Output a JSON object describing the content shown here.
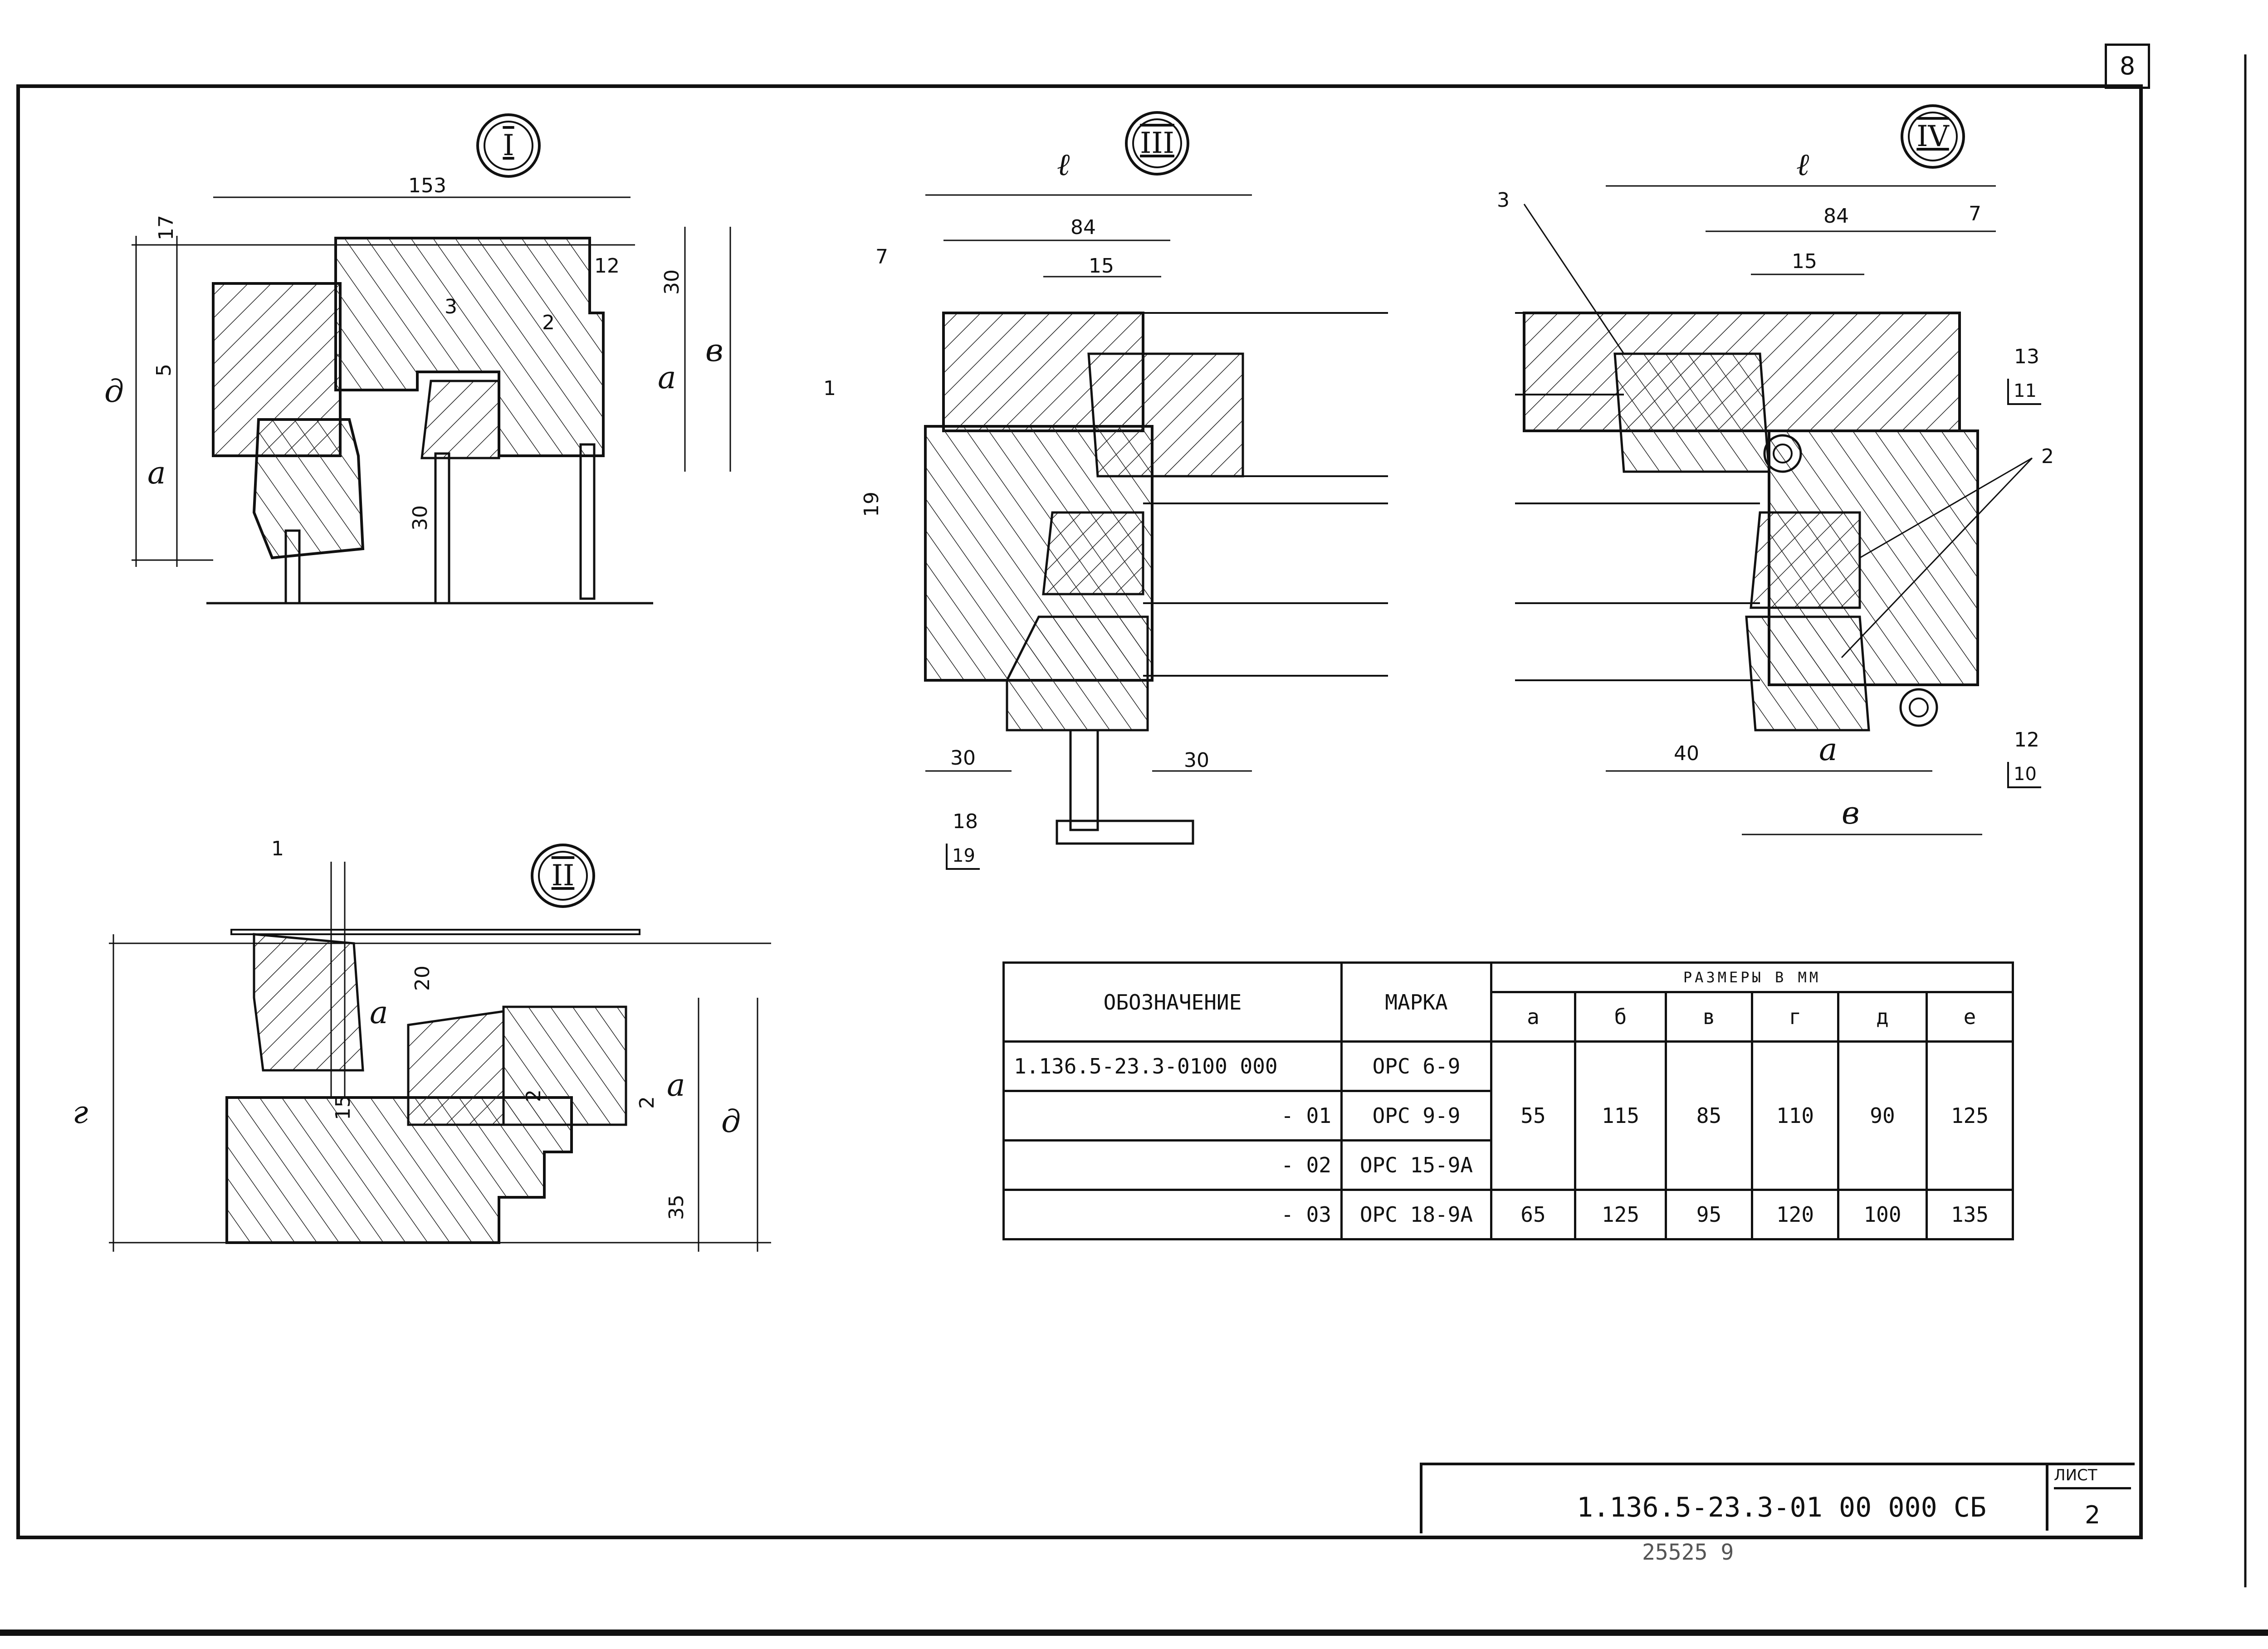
{
  "page_number": "8",
  "views": {
    "v1": "I",
    "v2": "II",
    "v3": "III",
    "v4": "IV"
  },
  "view1_dims": {
    "d153": "153",
    "d17": "17",
    "d12": "12",
    "d30a": "30",
    "d3": "3",
    "d2": "2",
    "d5": "5",
    "d30b": "30",
    "ga": "а",
    "gb": "в",
    "gd": "д",
    "ga2": "а"
  },
  "view3_dims": {
    "l": "ℓ",
    "d84": "84",
    "d7": "7",
    "d15": "15",
    "d19": "19",
    "d30a": "30",
    "d30b": "30",
    "callout1": "1",
    "pos18": "18",
    "pos19": "19"
  },
  "view4_dims": {
    "l": "ℓ",
    "d84": "84",
    "d7": "7",
    "d15": "15",
    "callout3": "3",
    "callout2": "2",
    "p13": "13",
    "p11": "11",
    "p12": "12",
    "p10": "10",
    "d40": "40",
    "ga": "а",
    "gb": "в"
  },
  "view2_dims": {
    "d1": "1",
    "d20": "20",
    "ga": "а",
    "d15": "15",
    "d2a": "2",
    "d2b": "2",
    "gg": "г",
    "gd": "д",
    "ga2": "а",
    "d35": "35"
  },
  "table": {
    "col_designation": "ОБОЗНАЧЕНИЕ",
    "col_brand": "МАРКА",
    "col_sizes": "РАЗМЕРЫ В ММ",
    "size_cols": [
      "а",
      "б",
      "в",
      "г",
      "д",
      "е"
    ],
    "rows": [
      {
        "designation": "1.136.5-23.3-0100 000",
        "brand": "ОРС 6-9"
      },
      {
        "designation": "- 01",
        "brand": "ОРС 9-9"
      },
      {
        "designation": "- 02",
        "brand": "ОРС 15-9А"
      },
      {
        "designation": "- 03",
        "brand": "ОРС 18-9А"
      }
    ],
    "group1": {
      "a": "55",
      "b": "115",
      "v": "85",
      "g": "110",
      "d": "90",
      "e": "125"
    },
    "group2": {
      "a": "65",
      "b": "125",
      "v": "95",
      "g": "120",
      "d": "100",
      "e": "135"
    }
  },
  "stamp": {
    "code": "1.136.5-23.3-01 00 000 СБ",
    "sheet_label": "ЛИСТ",
    "sheet_number": "2"
  },
  "inventory": "25525  9"
}
